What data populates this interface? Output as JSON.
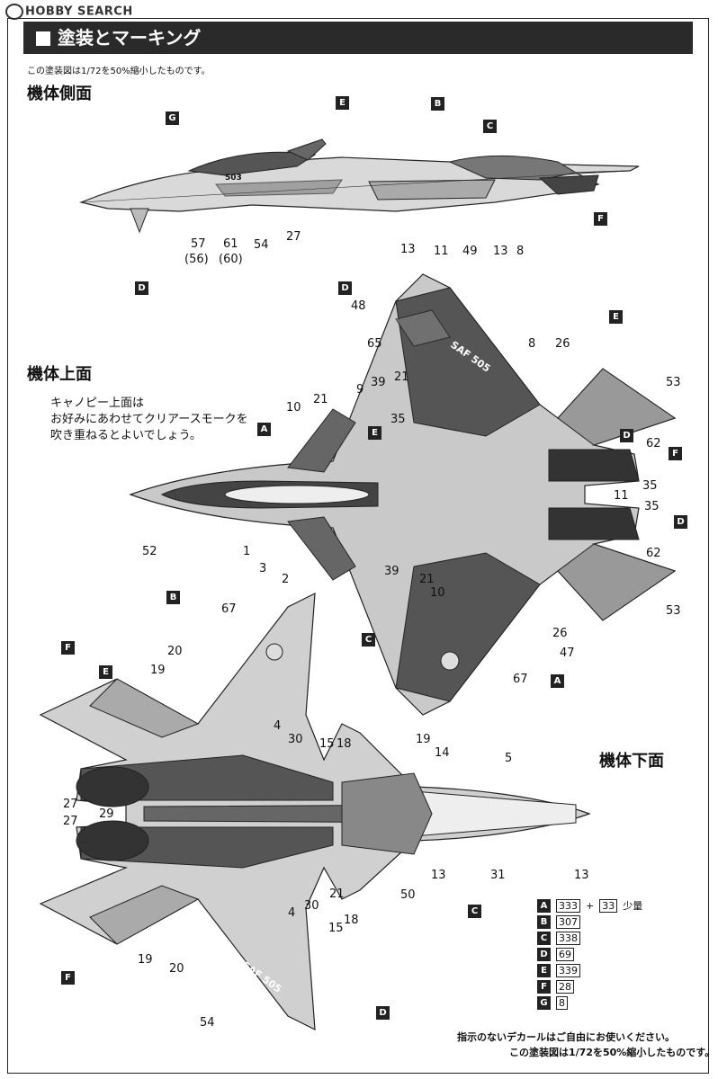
{
  "header": {
    "watermark": "HOBBY SEARCH"
  },
  "banner": {
    "title": "塗装とマーキング"
  },
  "notes": {
    "scale_top": "この塗装図は1/72を50%縮小したものです。",
    "canopy": [
      "キャノピー上面は",
      "お好みにあわせてクリアースモークを",
      "吹き重ねるとよいでしょう。"
    ]
  },
  "sections": {
    "side": "機体側面",
    "top": "機体上面",
    "bottom": "機体下面"
  },
  "side_labels": {
    "g": "G",
    "e": "E",
    "b": "B",
    "c": "C",
    "d": "D",
    "f": "F",
    "n57": "57",
    "n56": "(56)",
    "n61": "61",
    "n60": "(60)",
    "n54": "54",
    "n27": "27",
    "n13a": "13",
    "n11": "11",
    "n49": "49",
    "n13b": "13",
    "n8": "8",
    "text503": "503"
  },
  "top_labels": {
    "d": "D",
    "n48": "48",
    "n65": "65",
    "n8": "8",
    "n26": "26",
    "e": "E",
    "n53": "53",
    "n21a": "21",
    "n39": "39",
    "n9": "9",
    "n10": "10",
    "n21b": "21",
    "a": "A",
    "n35": "35",
    "e2": "E",
    "d2": "D",
    "n62": "62",
    "f": "F",
    "n35b": "35",
    "n11": "11",
    "n35c": "35",
    "d3": "D",
    "n62b": "62",
    "n52": "52",
    "n1": "1",
    "n3": "3",
    "n2": "2",
    "n39b": "39",
    "n21c": "21",
    "n10b": "10",
    "n53b": "53",
    "c": "C",
    "n26b": "26",
    "n47": "47",
    "n67": "67",
    "a2": "A",
    "saf": "SAF 505"
  },
  "bottom_labels": {
    "b": "B",
    "n67": "67",
    "f": "F",
    "e": "E",
    "n19": "19",
    "n20": "20",
    "n4": "4",
    "n30": "30",
    "n15": "15",
    "n18": "18",
    "n19b": "19",
    "n14": "14",
    "n5": "5",
    "n27": "27",
    "n29": "29",
    "n27b": "27",
    "n13": "13",
    "n31": "31",
    "n13b": "13",
    "n50": "50",
    "c": "C",
    "n21": "21",
    "n4b": "4",
    "n30b": "30",
    "n15b": "15",
    "n18b": "18",
    "n19c": "19",
    "n20b": "20",
    "f2": "F",
    "n54": "54",
    "d": "D",
    "saf": "SAF 505"
  },
  "legend": [
    {
      "tag": "A",
      "code": "333",
      "extra": "+",
      "code2": "33",
      "note": "少量"
    },
    {
      "tag": "B",
      "code": "307"
    },
    {
      "tag": "C",
      "code": "338"
    },
    {
      "tag": "D",
      "code": "69"
    },
    {
      "tag": "E",
      "code": "339"
    },
    {
      "tag": "F",
      "code": "28"
    },
    {
      "tag": "G",
      "code": "8"
    }
  ],
  "footer": {
    "line1": "指示のないデカールはご自由にお使いください。",
    "line2": "この塗装図は1/72を50%縮小したものです。"
  }
}
